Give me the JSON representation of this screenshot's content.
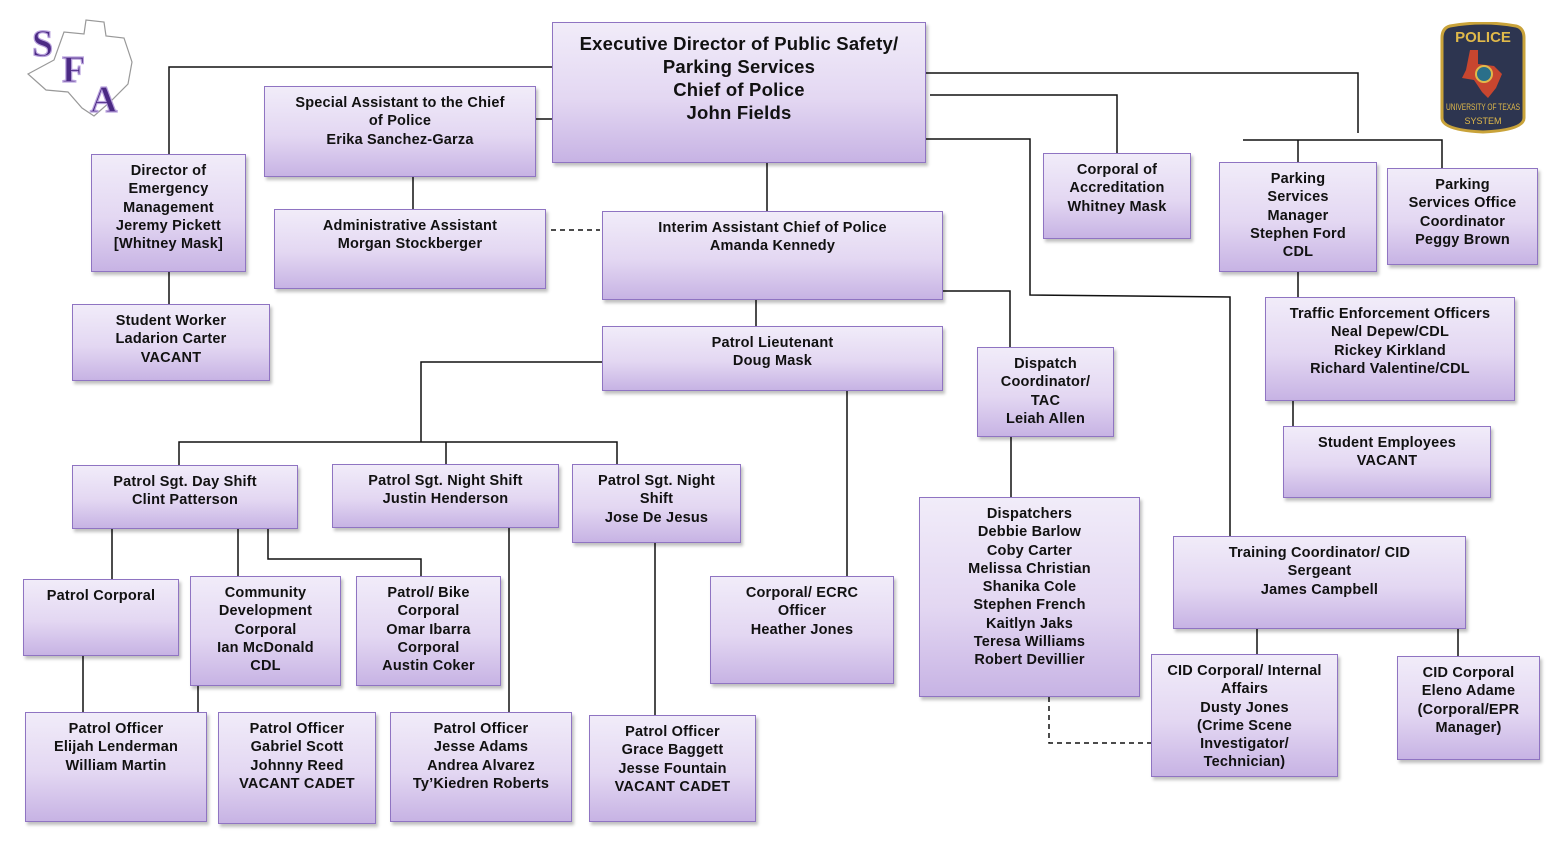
{
  "logos": {
    "left": "SFA",
    "right_top": "POLICE",
    "right_bottom": "UNIVERSITY OF TEXAS SYSTEM"
  },
  "boxes": {
    "executive": [
      "Executive Director of Public Safety/",
      "Parking Services",
      "Chief of Police",
      "John Fields"
    ],
    "special_assistant": [
      "Special Assistant to the Chief",
      "of Police",
      "Erika Sanchez-Garza"
    ],
    "director_em": [
      "Director of",
      "Emergency",
      "Management",
      "Jeremy Pickett",
      "[Whitney Mask]"
    ],
    "student_worker": [
      "Student Worker",
      "Ladarion Carter",
      "VACANT"
    ],
    "admin_assistant": [
      "Administrative Assistant",
      "Morgan Stockberger"
    ],
    "interim_asst_chief": [
      "Interim Assistant Chief of Police",
      "Amanda Kennedy"
    ],
    "corporal_accreditation": [
      "Corporal of",
      "Accreditation",
      "Whitney Mask"
    ],
    "parking_manager": [
      "Parking",
      "Services",
      "Manager",
      "Stephen Ford",
      "CDL"
    ],
    "parking_office": [
      "Parking",
      "Services Office",
      "Coordinator",
      "Peggy Brown"
    ],
    "traffic": [
      "Traffic Enforcement Officers",
      "Neal Depew/CDL",
      "Rickey Kirkland",
      "Richard Valentine/CDL"
    ],
    "student_employees": [
      "Student Employees",
      "VACANT"
    ],
    "patrol_lt": [
      "Patrol Lieutenant",
      "Doug Mask"
    ],
    "dispatch_coord": [
      "Dispatch",
      "Coordinator/",
      "TAC",
      "Leiah Allen"
    ],
    "dispatchers": [
      "Dispatchers",
      "Debbie Barlow",
      "Coby Carter",
      "Melissa Christian",
      "Shanika Cole",
      "Stephen French",
      "Kaitlyn Jaks",
      "Teresa Williams",
      "Robert Devillier"
    ],
    "training": [
      "Training Coordinator/ CID",
      "Sergeant",
      "James Campbell"
    ],
    "cid_ia": [
      "CID Corporal/ Internal",
      "Affairs",
      "Dusty Jones",
      "(Crime Scene",
      "Investigator/",
      "Technician)"
    ],
    "cid_eleno": [
      "CID Corporal",
      "Eleno Adame",
      "(Corporal/EPR",
      "Manager)"
    ],
    "sgt_day": [
      "Patrol Sgt. Day Shift",
      "Clint Patterson"
    ],
    "sgt_night": [
      "Patrol Sgt. Night Shift",
      "Justin Henderson"
    ],
    "sgt_night2": [
      "Patrol Sgt. Night",
      "Shift",
      "Jose De Jesus"
    ],
    "ecrc": [
      "Corporal/ ECRC",
      "Officer",
      "Heather Jones"
    ],
    "patrol_corporal": [
      "Patrol Corporal"
    ],
    "community": [
      "Community",
      "Development",
      "Corporal",
      "Ian McDonald",
      "CDL"
    ],
    "bike": [
      "Patrol/ Bike",
      "Corporal",
      "Omar Ibarra",
      "Corporal",
      "Austin Coker"
    ],
    "officers_1": [
      "Patrol Officer",
      "Elijah Lenderman",
      "William Martin"
    ],
    "officers_2": [
      "Patrol Officer",
      "Gabriel Scott",
      "Johnny Reed",
      "VACANT CADET"
    ],
    "officers_3": [
      "Patrol Officer",
      "Jesse Adams",
      "Andrea Alvarez",
      "Ty’Kiedren Roberts"
    ],
    "officers_4": [
      "Patrol Officer",
      "Grace Baggett",
      "Jesse Fountain",
      "VACANT CADET"
    ]
  },
  "colors": {
    "box_top": "#f1ecf9",
    "box_bottom": "#c7b3e4",
    "border": "#8f74c2",
    "sfa_purple": "#4b2a84"
  }
}
